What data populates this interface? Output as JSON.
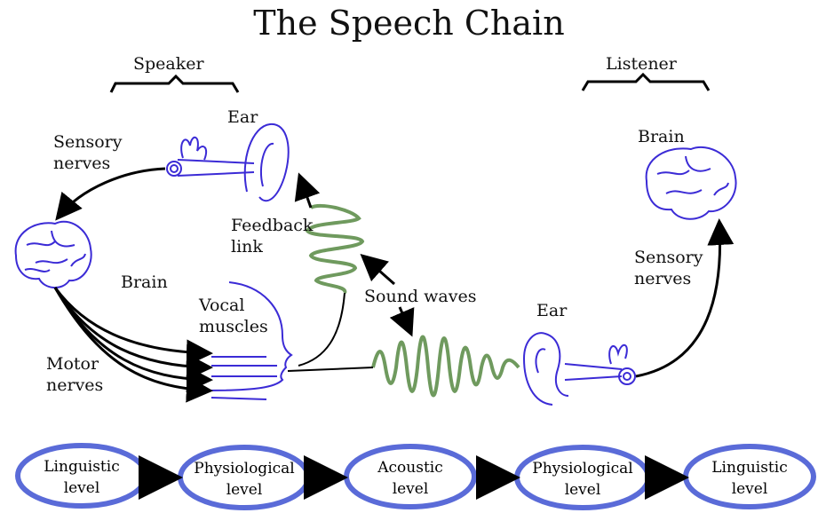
{
  "title": "The Speech Chain",
  "speaker": {
    "heading": "Speaker",
    "ear": "Ear",
    "sensory_nerves": "Sensory\nnerves",
    "brain": "Brain",
    "vocal_muscles": "Vocal\nmuscles",
    "motor_nerves": "Motor\nnerves",
    "feedback_link": "Feedback\nlink"
  },
  "middle": {
    "sound_waves": "Sound waves"
  },
  "listener": {
    "heading": "Listener",
    "brain": "Brain",
    "sensory_nerves": "Sensory\nnerves",
    "ear": "Ear"
  },
  "levels": [
    {
      "line1": "Linguistic",
      "line2": "level"
    },
    {
      "line1": "Physiological",
      "line2": "level"
    },
    {
      "line1": "Acoustic",
      "line2": "level"
    },
    {
      "line1": "Physiological",
      "line2": "level"
    },
    {
      "line1": "Linguistic",
      "line2": "level"
    }
  ],
  "colors": {
    "organ_stroke": "#3b2bd6",
    "wave": "#6f9a5e",
    "level_ring": "#5a6bd8",
    "arrow": "#000000"
  }
}
